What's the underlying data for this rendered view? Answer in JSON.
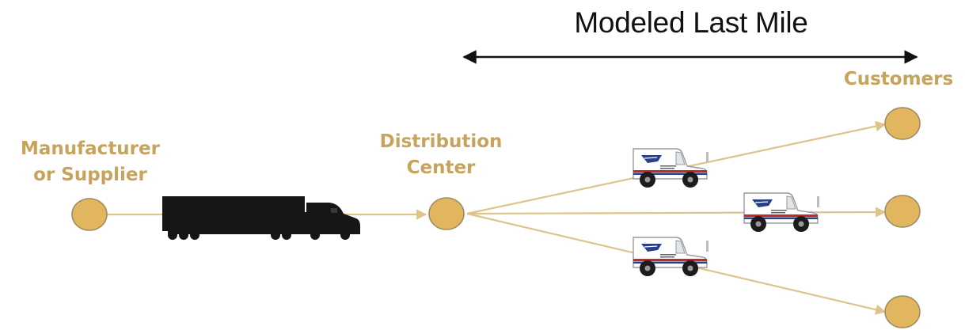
{
  "title": "Modeled Last Mile",
  "nodes": {
    "manufacturer": {
      "line1": "Manufacturer",
      "line2": "or Supplier"
    },
    "distribution_center": {
      "line1": "Distribution",
      "line2": "Center"
    },
    "customers": {
      "label": "Customers"
    }
  },
  "colors": {
    "node_fill": "#e2b65f",
    "node_stroke": "#9c8b64",
    "edge": "#dec48a",
    "label": "#c7a35b",
    "truck": "#161616",
    "arrow": "#111111"
  },
  "icons": {
    "semi_truck": "semi-truck-icon",
    "delivery_van": "mail-delivery-van-icon"
  }
}
